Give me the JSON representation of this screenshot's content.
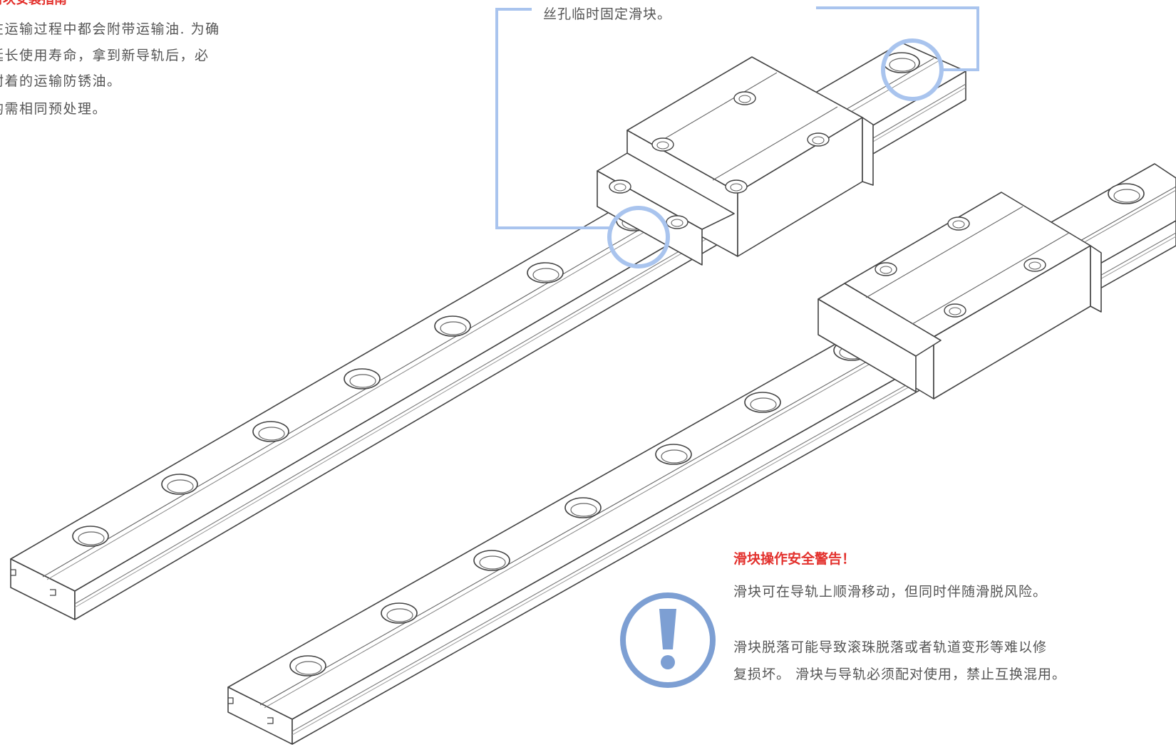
{
  "guide": {
    "title": "滑块安装指南",
    "lines": [
      "在运输过程中都会附带运输油. 为确",
      "延长使用寿命，拿到新导轨后，必",
      "附着的运输防锈油。",
      "均需相同预处理。"
    ]
  },
  "callout": {
    "text": "丝孔临时固定滑块。"
  },
  "warning": {
    "title": "滑块操作安全警告！",
    "line1": "滑块可在导轨上顺滑移动，但同时伴随滑脱风险。",
    "line2": "滑块脱落可能导致滚珠脱落或者轨道变形等难以修",
    "line3": "复损坏。 滑块与导轨必须配对使用，禁止互换混用。",
    "icon": "exclamation-circle-icon"
  },
  "colors": {
    "accent_red": "#e3312d",
    "highlight_blue": "#a9c4ee",
    "icon_blue": "#7d9fd3",
    "body_text": "#555555",
    "line_art": "#444444"
  }
}
